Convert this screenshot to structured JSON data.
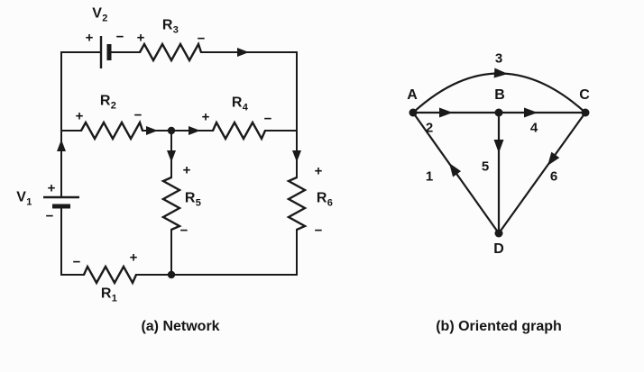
{
  "figure": {
    "ink_color": "#1a1a1a",
    "background_color": "#fcfcfc",
    "network": {
      "caption": "(a) Network",
      "components": {
        "v1": {
          "base": "V",
          "sub": "1",
          "plus": "+",
          "minus": "−"
        },
        "v2": {
          "base": "V",
          "sub": "2",
          "plus": "+",
          "minus": "−"
        },
        "r1": {
          "base": "R",
          "sub": "1",
          "plus": "+",
          "minus": "−"
        },
        "r2": {
          "base": "R",
          "sub": "2",
          "plus": "+",
          "minus": "−"
        },
        "r3": {
          "base": "R",
          "sub": "3",
          "plus": "+",
          "minus": "−"
        },
        "r4": {
          "base": "R",
          "sub": "4",
          "plus": "+",
          "minus": "−"
        },
        "r5": {
          "base": "R",
          "sub": "5",
          "plus": "+",
          "minus": "−"
        },
        "r6": {
          "base": "R",
          "sub": "6",
          "plus": "+",
          "minus": "−"
        }
      }
    },
    "oriented_graph": {
      "caption": "(b) Oriented graph",
      "nodes": {
        "a": "A",
        "b": "B",
        "c": "C",
        "d": "D"
      },
      "edges": {
        "e1": {
          "label": "1",
          "from": "D",
          "to": "A"
        },
        "e2": {
          "label": "2",
          "from": "A",
          "to": "B"
        },
        "e3": {
          "label": "3",
          "from": "A",
          "to": "C"
        },
        "e4": {
          "label": "4",
          "from": "B",
          "to": "C"
        },
        "e5": {
          "label": "5",
          "from": "B",
          "to": "D"
        },
        "e6": {
          "label": "6",
          "from": "C",
          "to": "D"
        }
      }
    }
  }
}
